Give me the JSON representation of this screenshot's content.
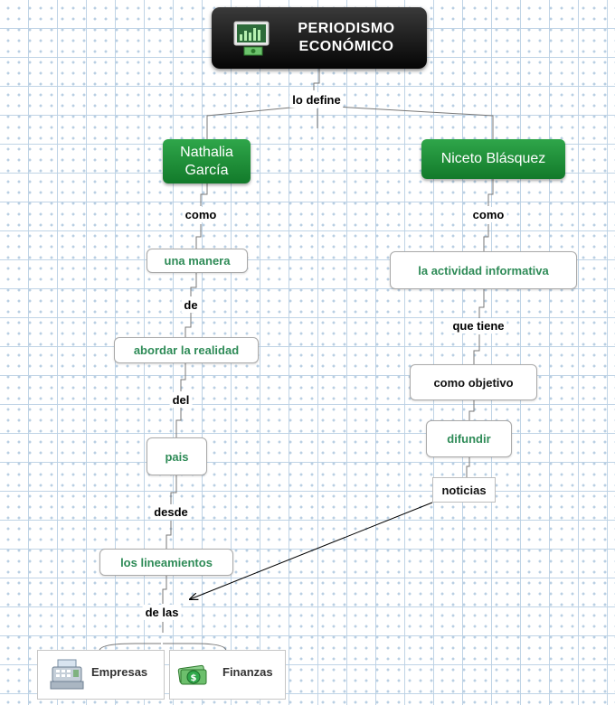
{
  "title": "PERIODISMO ECONÓMICO",
  "title_icon": "chart-monitor-icon",
  "colors": {
    "title_bg": "#0a0a0a",
    "green_node": "#1f8f3a",
    "teal_text": "#2e8b57",
    "grid_dots": "#b9cfe3"
  },
  "links": {
    "lo_define": "lo define",
    "como_left": "como",
    "como_right": "como",
    "de": "de",
    "del": "del",
    "desde": "desde",
    "de_las": "de las",
    "que_tiene": "que tiene"
  },
  "nodes": {
    "nathalia": "Nathalia García",
    "niceto": "Niceto Blásquez",
    "una_manera": "una manera",
    "abordar": "abordar la realidad",
    "pais": "pais",
    "lineamientos": "los lineamientos",
    "actividad": "la actividad informativa",
    "objetivo": "como objetivo",
    "difundir": "difundir",
    "noticias": "noticias"
  },
  "leaves": {
    "empresas": "Empresas",
    "empresas_icon": "cash-register-icon",
    "finanzas": "Finanzas",
    "finanzas_icon": "money-icon"
  }
}
